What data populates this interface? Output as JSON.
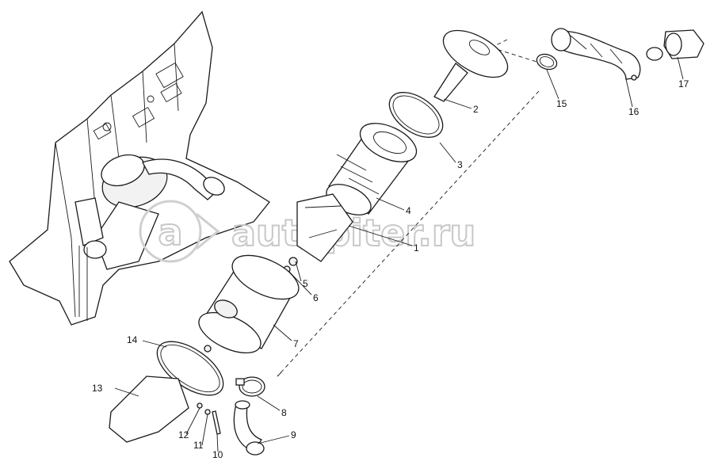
{
  "watermark": "autopiter.ru",
  "callouts": [
    {
      "id": "1",
      "label": "1"
    },
    {
      "id": "2",
      "label": "2"
    },
    {
      "id": "3",
      "label": "3"
    },
    {
      "id": "4",
      "label": "4"
    },
    {
      "id": "5",
      "label": "5"
    },
    {
      "id": "6",
      "label": "6"
    },
    {
      "id": "7",
      "label": "7"
    },
    {
      "id": "8",
      "label": "8"
    },
    {
      "id": "9",
      "label": "9"
    },
    {
      "id": "10",
      "label": "10"
    },
    {
      "id": "11",
      "label": "11"
    },
    {
      "id": "12",
      "label": "12"
    },
    {
      "id": "13",
      "label": "13"
    },
    {
      "id": "14",
      "label": "14"
    },
    {
      "id": "15",
      "label": "15"
    },
    {
      "id": "16",
      "label": "16"
    },
    {
      "id": "17",
      "label": "17"
    }
  ]
}
